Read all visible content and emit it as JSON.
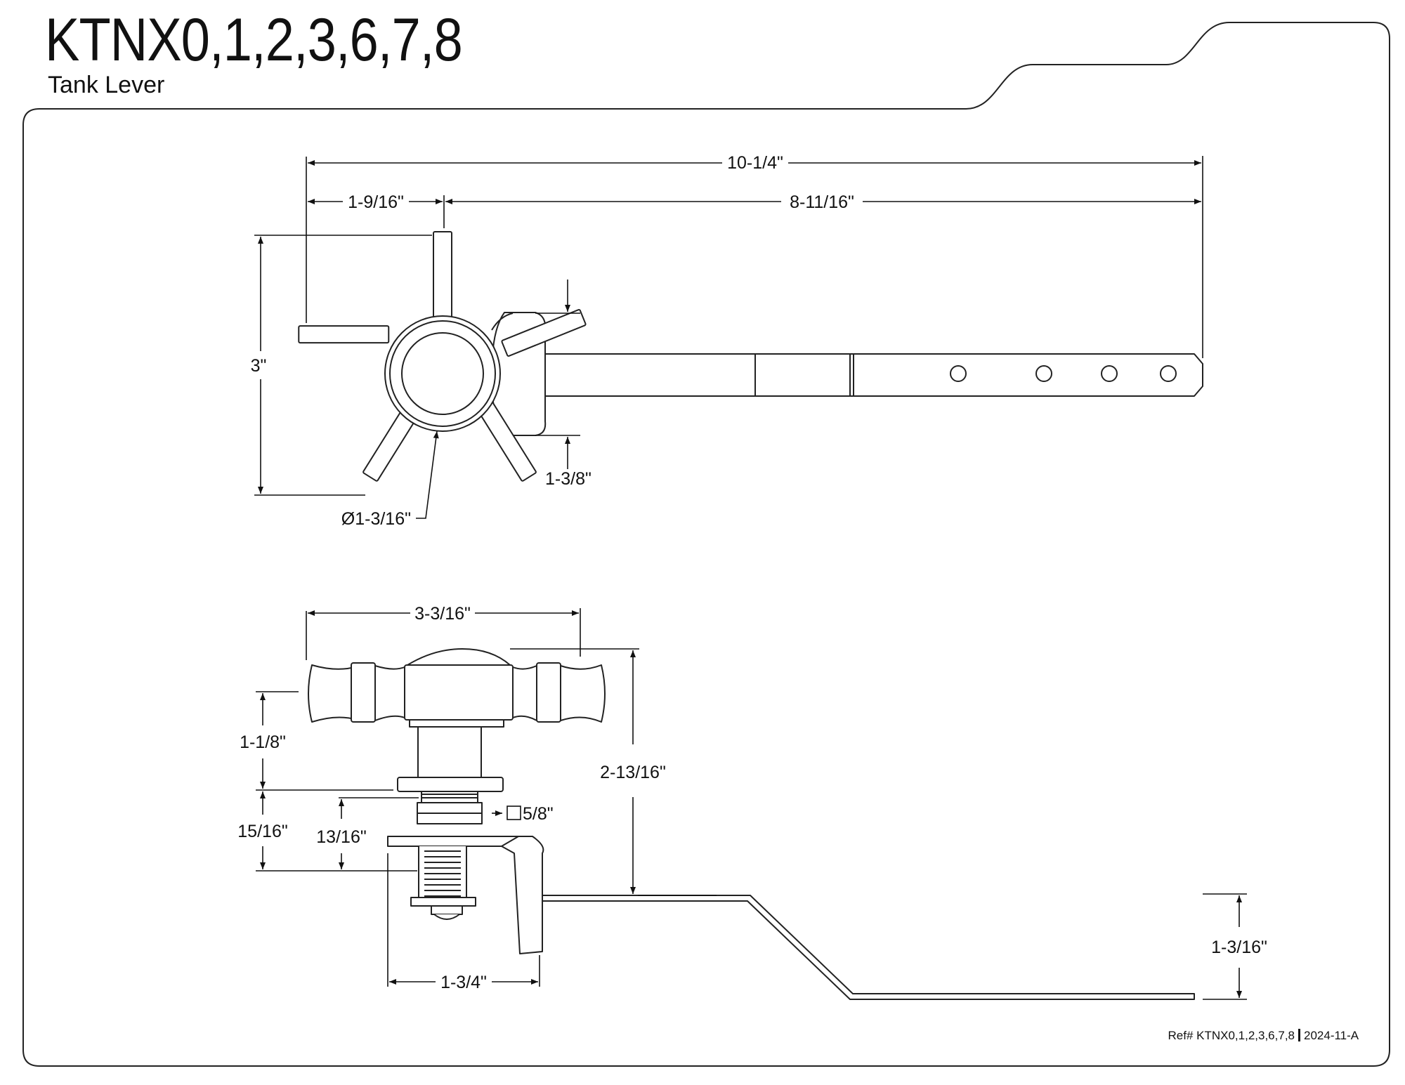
{
  "title": "KTNX0,1,2,3,6,7,8",
  "subtitle": "Tank Lever",
  "top_view": {
    "overall_length": "10-1/4\"",
    "hub_offset": "1-9/16\"",
    "arm_length": "8-11/16\"",
    "height": "3\"",
    "bracket_height": "1-3/8\"",
    "hub_diameter": "Ø1-3/16\""
  },
  "side_view": {
    "handle_width": "3-3/16\"",
    "overall_height": "2-13/16\"",
    "handle_above_flange": "1-1/8\"",
    "flange_to_nut": "15/16\"",
    "thread_length": "13/16\"",
    "square_size": "5/8\"",
    "base_width": "1-3/4\"",
    "arm_drop": "1-3/16\""
  },
  "footer": {
    "ref": "Ref# KTNX0,1,2,3,6,7,8",
    "revision": "2024-11-A"
  }
}
